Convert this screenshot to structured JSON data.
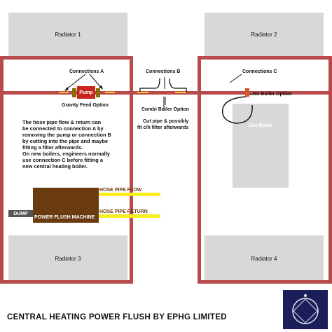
{
  "radiators": {
    "r1": "Radiator 1",
    "r2": "Radiator 2",
    "r3": "Radiator 3",
    "r4": "Radiator 4"
  },
  "connections": {
    "a": "Connections A",
    "b": "Connections B",
    "c": "Connections C"
  },
  "labels": {
    "pump": "Pump",
    "gravity_feed": "Gravity Feed Option",
    "combi_boiler": "Combi Boiler Option",
    "cut_pipe_line1": "Cut pipe & possibly",
    "cut_pipe_line2": "fit c/h filter afterwards",
    "no_boiler": "No Boiler Option",
    "gas_boiler": "Gas Boiler"
  },
  "description": "The hose pipe flow & return can\nbe connected to connection A by\nremoving the pump or connection B\nby cutting into the pipe and maybe\nfitting a filter afterwards.\nOn new boilers, engineers normally\nuse connection C before fitting a\nnew central heating boiler.",
  "machine": {
    "label": "POWER FLUSH MACHINE",
    "dump": "DUMP",
    "hose_flow": "HOSE PIPE FLOW",
    "hose_return": "HOSE PIPE RETURN"
  },
  "footer": {
    "title": "CENTRAL HEATING POWER FLUSH BY EPHG LIMITED"
  },
  "colors": {
    "pipe": "#b84a4a",
    "radiator": "#d8d8d8",
    "pump": "#c7271f",
    "machine": "#6b3b10",
    "hose": "#f6ee20",
    "logo": "#1b1f59"
  }
}
